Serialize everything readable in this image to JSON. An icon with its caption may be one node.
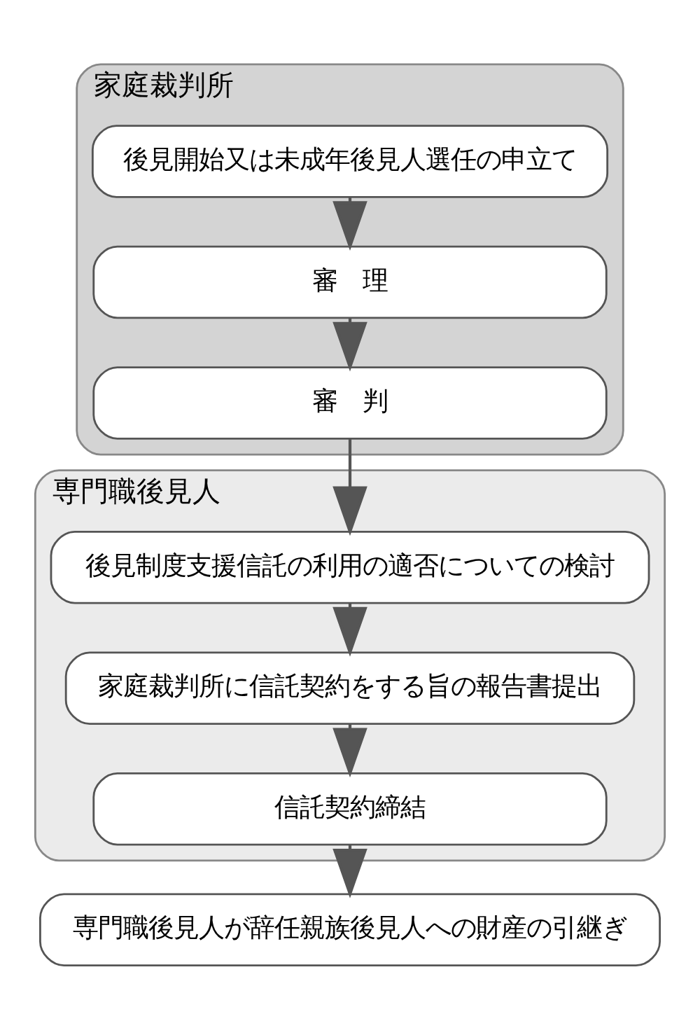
{
  "diagram": {
    "nodes": [
      {
        "text": [
          "家庭裁判所"
        ]
      },
      {
        "text": [
          "後見開始又は未成年後見人選任の申立て"
        ],
        "in": 0
      },
      {
        "text": [
          "審　理"
        ],
        "in": 0
      },
      {
        "text": [
          "審　判"
        ],
        "in": 0
      },
      {
        "text": [
          "専門職後見人"
        ]
      },
      {
        "text": [
          "後見制度支援信託の利用の適否についての検討"
        ],
        "in": 4
      },
      {
        "text": [
          "家庭裁判所に信託契約をする旨の報告書提出"
        ],
        "in": 4
      },
      {
        "text": [
          "信託契約締結"
        ],
        "in": 4
      },
      {
        "text": [
          "専門職後見人が辞任親族後見人への財産の引継ぎ"
        ]
      }
    ],
    "edges": [
      {
        "from": 1,
        "to": 2,
        "arrow": "to"
      },
      {
        "from": 2,
        "to": 3,
        "arrow": "to"
      },
      {
        "from": 3,
        "to": 5,
        "arrow": "to"
      },
      {
        "from": 5,
        "to": 6,
        "arrow": "to"
      },
      {
        "from": 6,
        "to": 7,
        "arrow": "to"
      },
      {
        "from": 7,
        "to": 8,
        "arrow": "to"
      }
    ]
  }
}
